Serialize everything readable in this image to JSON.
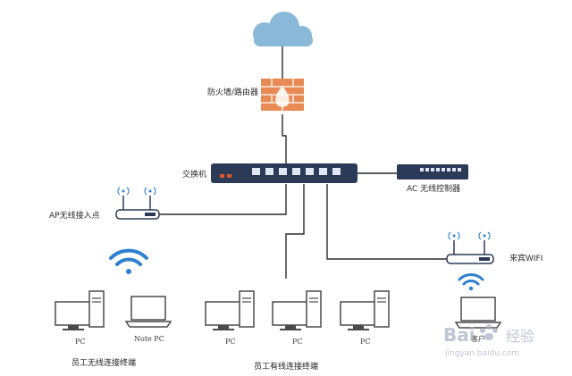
{
  "labels": {
    "firewall": "防火墙/路由器",
    "switch": "交换机",
    "ac": "AC 无线控制器",
    "ap": "AP无线接入点",
    "guest_wifi": "来宾WIFI",
    "pc": "PC",
    "note_pc": "Note PC",
    "wireless_group": "员工无线连接终端",
    "wired_group": "员工有线连接终端",
    "guest_device": "客户"
  },
  "watermark": {
    "brand": "Bai",
    "brand2": "经验",
    "url": "jingyan.baidu.com"
  },
  "colors": {
    "cloud": "#8ab8d8",
    "firewall": "#e98a55",
    "switch": "#2b3b57",
    "switch_port": "#dfe7f2",
    "switch_led": "#e2552a",
    "line": "#2a2a2a",
    "wifi": "#2f7fd0",
    "device_outline": "#4a4a4a"
  }
}
